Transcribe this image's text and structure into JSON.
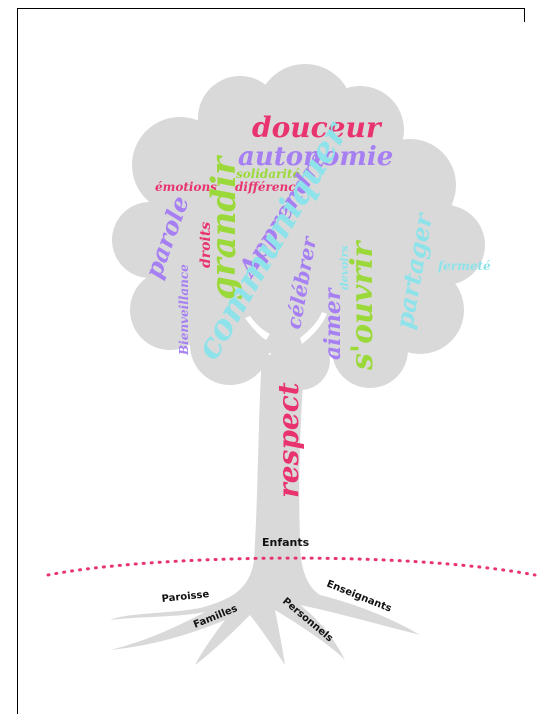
{
  "colors": {
    "canopy": "#d9d9d9",
    "pink": "#e8336e",
    "purple": "#a67ff2",
    "green": "#9bd93a",
    "cyan": "#8ee3ea",
    "dots": "#e8336e",
    "root_text": "#111111"
  },
  "words": {
    "douceur": "douceur",
    "autonomie": "autonomie",
    "grandir": "grandir",
    "solidarite": "solidarité",
    "emotions": "émotions",
    "difference": "différence",
    "apprendre": "Apprendre",
    "communiquer": "communiquer",
    "parole": "parole",
    "droits": "droits",
    "s_ouvrir": "s'ouvrir",
    "partager": "partager",
    "devoirs": "devoirs",
    "celebrer": "célébrer",
    "fermete": "fermeté",
    "bienveillance": "Bienveillance",
    "aimer": "aimer",
    "respect": "respect"
  },
  "roots": {
    "enfants": "Enfants",
    "paroisse": "Paroisse",
    "familles": "Familles",
    "personnels": "Personnels",
    "enseignants": "Enseignants"
  }
}
